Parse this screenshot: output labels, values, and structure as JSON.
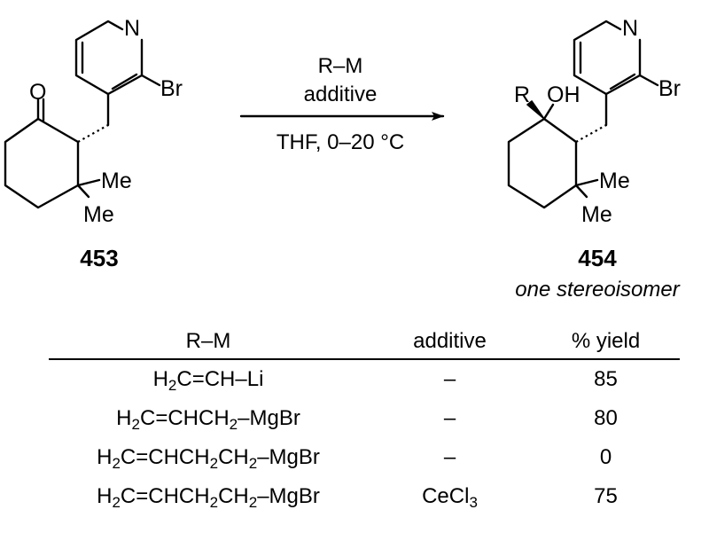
{
  "starting_material": {
    "id": "453",
    "atoms": {
      "oxygen": "O",
      "nitrogen": "N",
      "bromine": "Br",
      "methyl_1": "Me",
      "methyl_2": "Me"
    }
  },
  "product": {
    "id": "454",
    "note": "one stereoisomer",
    "atoms": {
      "r_group": "R",
      "hydroxyl": "OH",
      "nitrogen": "N",
      "bromine": "Br",
      "methyl_1": "Me",
      "methyl_2": "Me"
    }
  },
  "conditions": {
    "reagent": "R–M",
    "additive": "additive",
    "solvent_temp": "THF, 0–20 °C"
  },
  "table": {
    "headers": {
      "rm": "R–M",
      "additive": "additive",
      "yield": "% yield"
    },
    "rows": [
      {
        "rm": [
          [
            "H",
            false
          ],
          [
            "2",
            true
          ],
          [
            "C=CH–Li",
            false
          ]
        ],
        "additive": [
          [
            "–",
            false
          ]
        ],
        "yield": "85"
      },
      {
        "rm": [
          [
            "H",
            false
          ],
          [
            "2",
            true
          ],
          [
            "C=CHCH",
            false
          ],
          [
            "2",
            true
          ],
          [
            "–MgBr",
            false
          ]
        ],
        "additive": [
          [
            "–",
            false
          ]
        ],
        "yield": "80"
      },
      {
        "rm": [
          [
            "H",
            false
          ],
          [
            "2",
            true
          ],
          [
            "C=CHCH",
            false
          ],
          [
            "2",
            true
          ],
          [
            "CH",
            false
          ],
          [
            "2",
            true
          ],
          [
            "–MgBr",
            false
          ]
        ],
        "additive": [
          [
            "–",
            false
          ]
        ],
        "yield": "0"
      },
      {
        "rm": [
          [
            "H",
            false
          ],
          [
            "2",
            true
          ],
          [
            "C=CHCH",
            false
          ],
          [
            "2",
            true
          ],
          [
            "CH",
            false
          ],
          [
            "2",
            true
          ],
          [
            "–MgBr",
            false
          ]
        ],
        "additive": [
          [
            "CeCl",
            false
          ],
          [
            "3",
            true
          ]
        ],
        "yield": "75"
      }
    ]
  }
}
